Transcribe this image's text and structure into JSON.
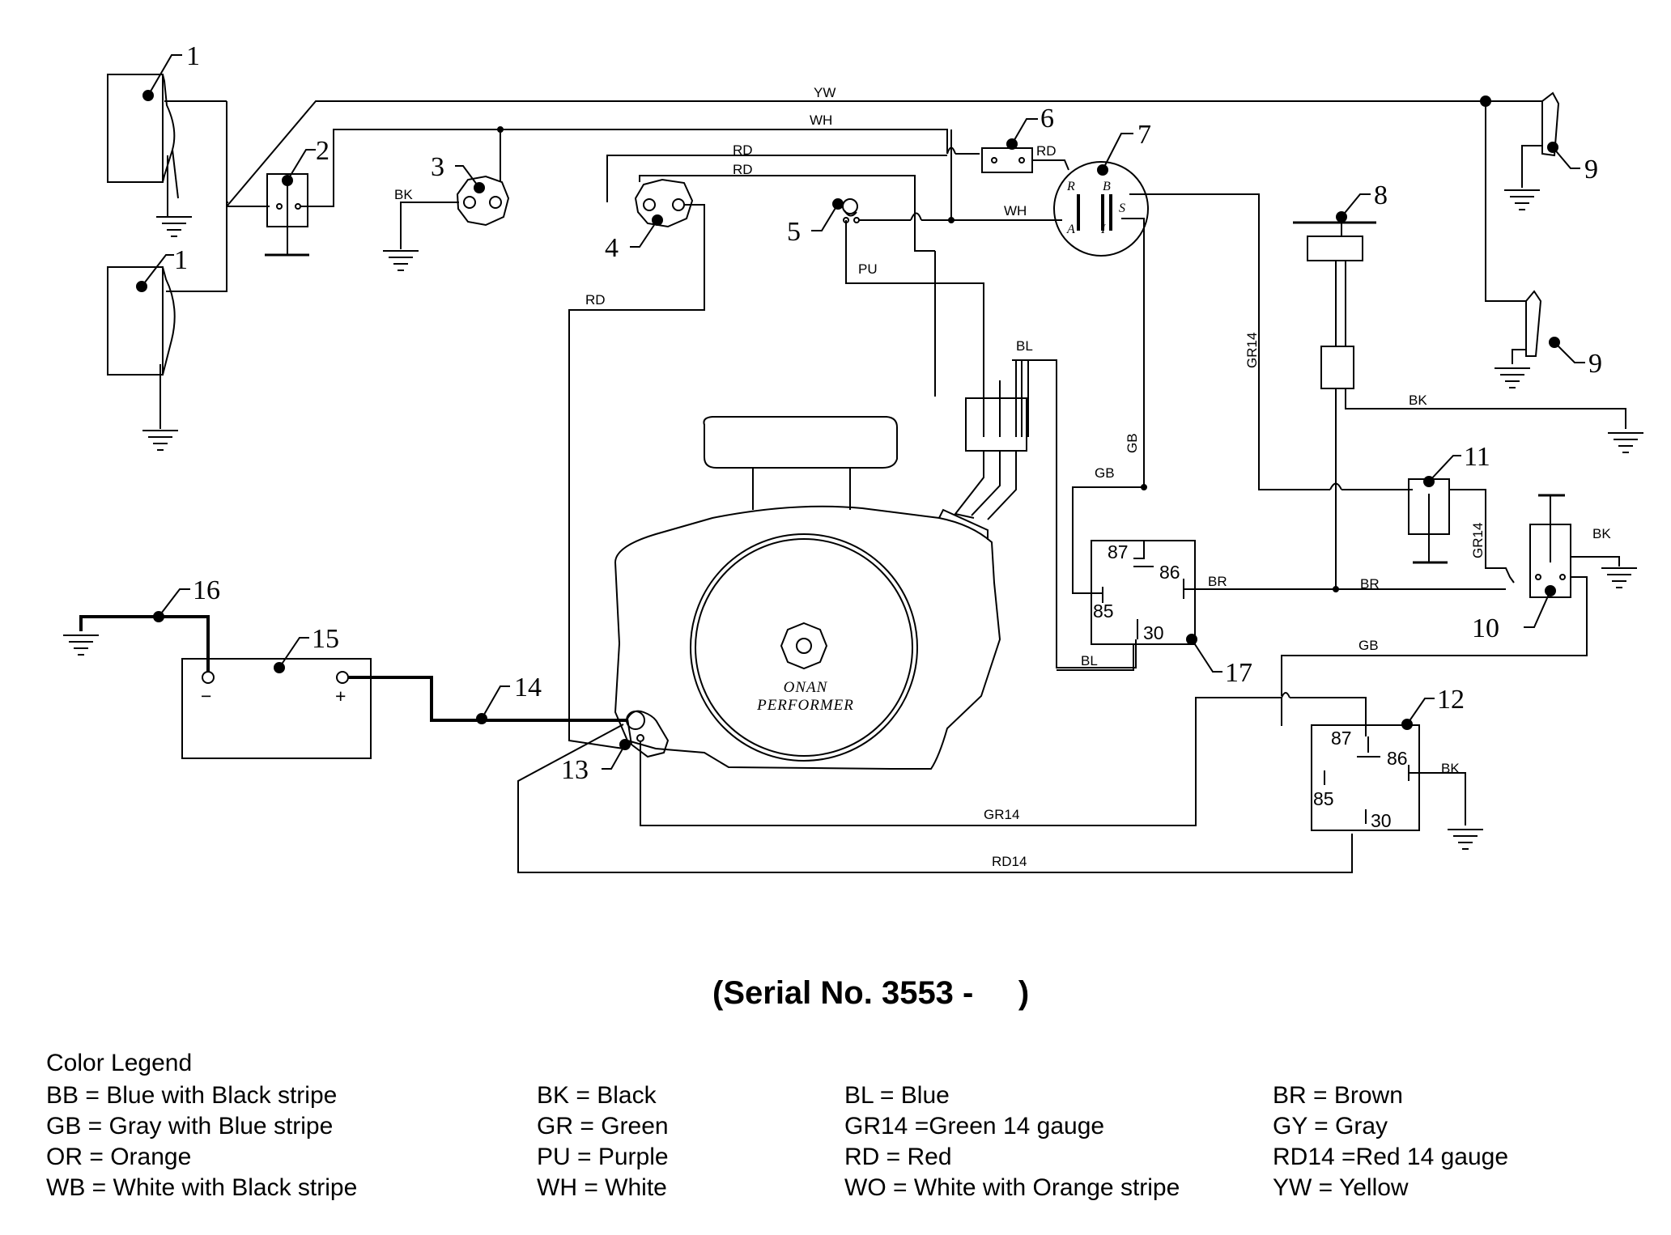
{
  "diagram": {
    "callouts": [
      "1",
      "1",
      "2",
      "3",
      "4",
      "5",
      "6",
      "7",
      "8",
      "9",
      "9",
      "10",
      "11",
      "12",
      "13",
      "14",
      "15",
      "16",
      "17"
    ],
    "wire_labels": {
      "yw": "YW",
      "wh_top": "WH",
      "rd1": "RD",
      "rd2": "RD",
      "rd_sw": "RD",
      "wh_mid": "WH",
      "bk_3": "BK",
      "rd_left": "RD",
      "pu": "PU",
      "bl": "BL",
      "gb_v": "GB",
      "gb_h": "GB",
      "bl_low": "BL",
      "br1": "BR",
      "br2": "BR",
      "gr14_v": "GR14",
      "gr14_r": "GR14",
      "bk_8": "BK",
      "bk_10": "BK",
      "gb_right": "GB",
      "bk_12": "BK",
      "gr14_bot": "GR14",
      "rd14": "RD14"
    },
    "relay_17": {
      "t87": "87",
      "t86": "86",
      "t85": "85",
      "t30": "30"
    },
    "relay_12": {
      "t87": "87",
      "t86": "86",
      "t85": "85",
      "t30": "30"
    },
    "switch_letters": {
      "r": "R",
      "b": "B",
      "s": "S",
      "a": "A",
      "i": "I"
    },
    "battery": {
      "neg": "−",
      "pos": "+"
    },
    "engine": {
      "line1": "ONAN",
      "line2": "PERFORMER"
    }
  },
  "serial": "(Serial No. 3553 -     )",
  "legend": {
    "title": "Color Legend",
    "columns": [
      [
        "BB = Blue with Black stripe",
        "GB = Gray with Blue stripe",
        "OR = Orange",
        "WB = White with Black stripe"
      ],
      [
        "BK = Black",
        "GR = Green",
        "PU = Purple",
        "WH = White"
      ],
      [
        "BL = Blue",
        "GR14 =Green 14 gauge",
        "RD = Red",
        "WO = White with Orange stripe"
      ],
      [
        "BR = Brown",
        "GY = Gray",
        "RD14 =Red 14 gauge",
        "YW = Yellow"
      ]
    ]
  }
}
